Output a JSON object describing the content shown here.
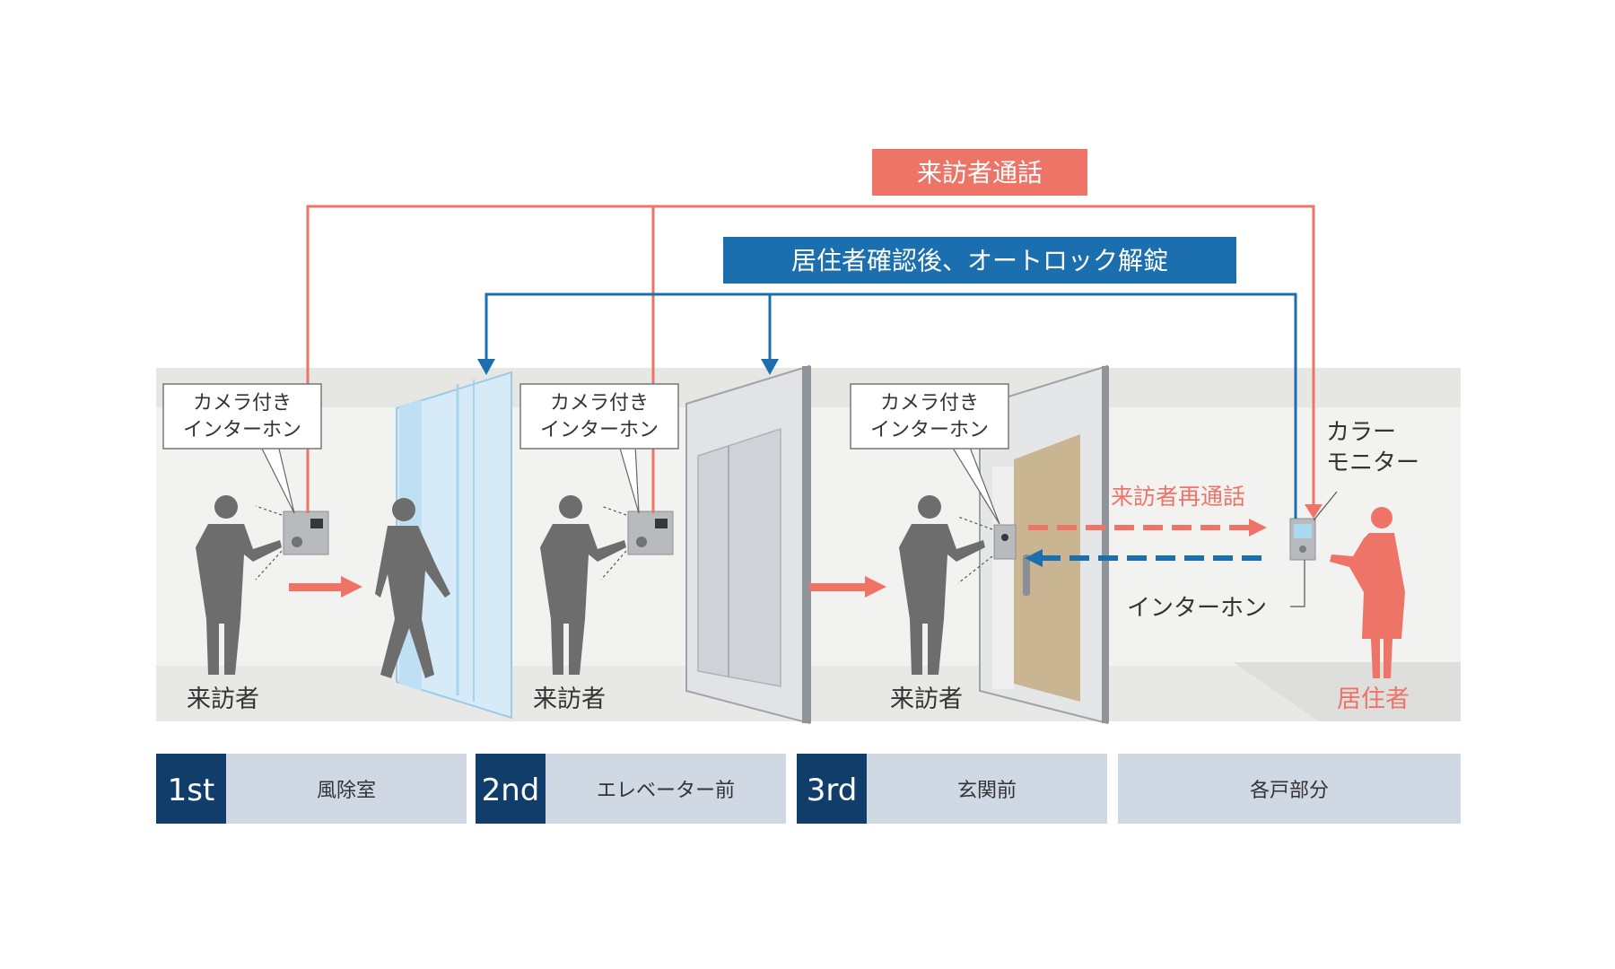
{
  "banners": {
    "call": "来訪者通話",
    "unlock": "居住者確認後、オートロック解錠"
  },
  "device_labels": {
    "intercom_line1": "カメラ付き",
    "intercom_line2": "インターホン",
    "monitor_line1": "カラー",
    "monitor_line2": "モニター",
    "resident_intercom": "インターホン",
    "recall": "来訪者再通話"
  },
  "people": {
    "visitor": "来訪者",
    "resident": "居住者"
  },
  "steps": [
    {
      "num": "1st",
      "label": "風除室"
    },
    {
      "num": "2nd",
      "label": "エレベーター前"
    },
    {
      "num": "3rd",
      "label": "玄関前"
    },
    {
      "num": "",
      "label": "各戸部分"
    }
  ],
  "colors": {
    "call_red": "#ee7468",
    "unlock_blue": "#1b6faf",
    "step_num_bg": "#103d6a",
    "step_label_bg": "#d0d8e4",
    "person_gray": "#6d6d6d",
    "resident_red": "#ee7468"
  }
}
